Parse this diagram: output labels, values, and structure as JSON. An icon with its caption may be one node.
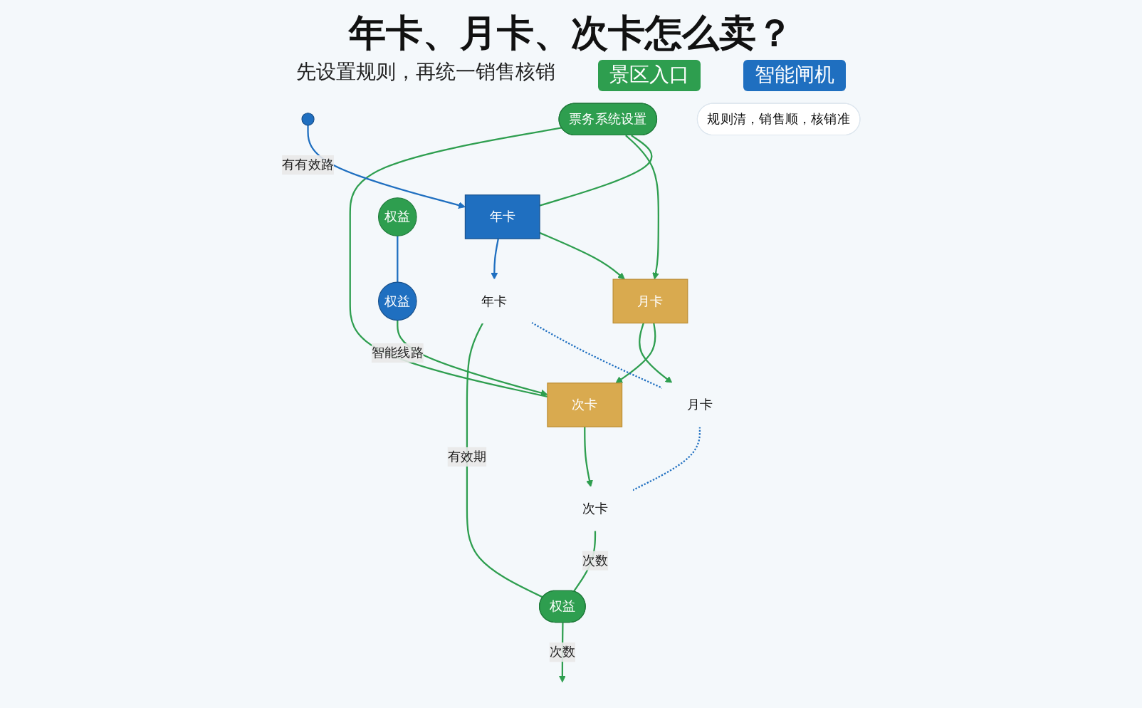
{
  "diagram": {
    "title": "年卡、月卡、次卡怎么卖？",
    "nodes": [
      {
        "text": [
          "票务系统设置"
        ]
      },
      {
        "text": [],
        "shape": "circle"
      },
      {
        "text": [
          "年卡"
        ]
      },
      {
        "text": [
          "月卡"
        ]
      },
      {
        "text": [
          "次卡"
        ]
      },
      {
        "text": [
          "权益"
        ]
      },
      {
        "text": [
          "年卡"
        ]
      },
      {
        "text": [
          "月卡"
        ]
      },
      {
        "text": [
          "次卡"
        ]
      },
      {
        "text": [
          "权益"
        ]
      },
      {
        "text": [
          "权益"
        ]
      },
      {
        "text": [
          "规则清，销售顺，核销准"
        ]
      }
    ],
    "edges": [
      {
        "from": 0,
        "to": 2,
        "arrow": "none"
      },
      {
        "from": 0,
        "to": 3,
        "arrow": "to"
      },
      {
        "from": 0,
        "to": 4,
        "arrow": "none"
      },
      {
        "from": 1,
        "to": 2,
        "arrow": "to",
        "label": "有有效路",
        "color": "#1f6fc0"
      },
      {
        "from": 2,
        "to": 3,
        "arrow": "to"
      },
      {
        "from": 3,
        "to": 4,
        "arrow": "to"
      },
      {
        "from": 5,
        "to": 4,
        "arrow": "to",
        "label": "智能线路"
      },
      {
        "from": 2,
        "to": 6,
        "arrow": "to",
        "color": "#1f6fc0"
      },
      {
        "from": 3,
        "to": 7,
        "arrow": "to"
      },
      {
        "from": 4,
        "to": 8,
        "arrow": "to"
      },
      {
        "from": 6,
        "to": 7,
        "arrow": "none",
        "style": "dashed",
        "color": "#1f6fc0"
      },
      {
        "from": 7,
        "to": 8,
        "arrow": "none",
        "style": "dashed",
        "color": "#1f6fc0"
      },
      {
        "from": 6,
        "to": 10,
        "arrow": "none",
        "label": "有效期"
      },
      {
        "from": 8,
        "to": 10,
        "arrow": "none",
        "label": "次数"
      },
      {
        "from": 10,
        "to": null,
        "arrow": "to",
        "label": "次数"
      },
      {
        "from": 9,
        "to": 5,
        "arrow": "none",
        "color": "#1f6fc0"
      }
    ],
    "labels": [
      "先设置规则，再统一销售核销",
      "景区入口",
      "智能闸机"
    ]
  }
}
